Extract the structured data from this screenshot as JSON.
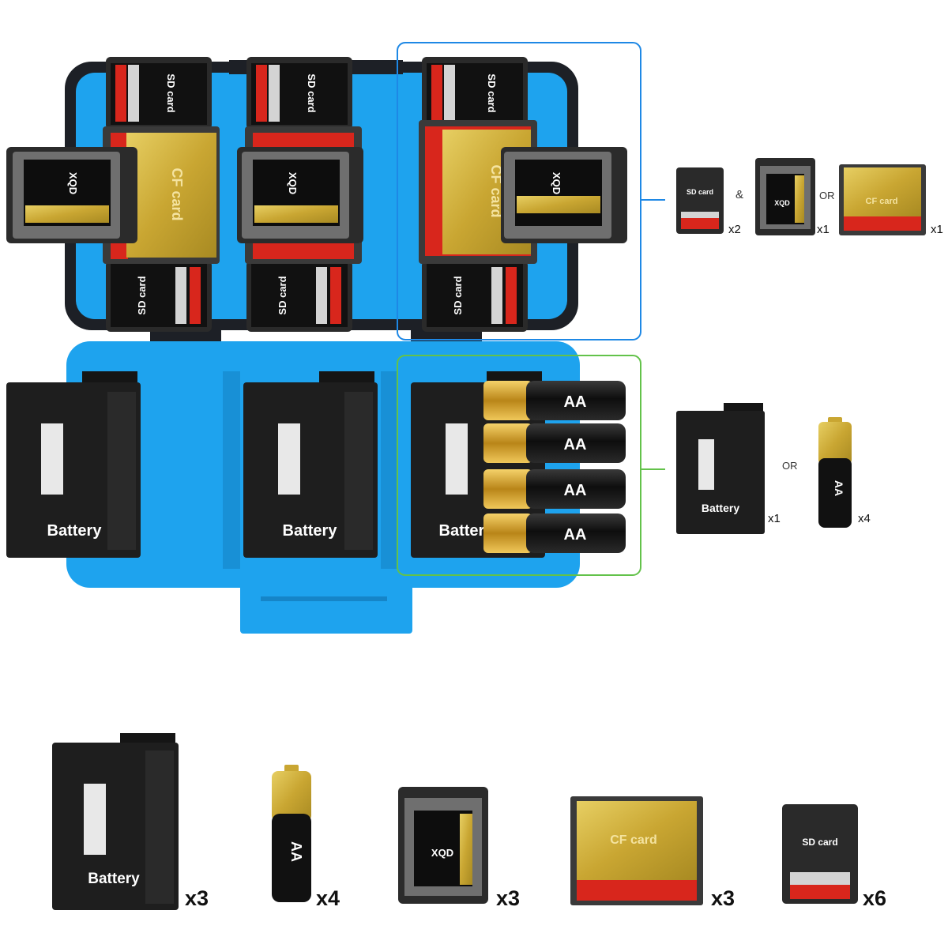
{
  "case": {
    "labels": {
      "sd": "SD card",
      "cf": "CF card",
      "xqd": "XQD",
      "battery": "Battery",
      "aa": "AA"
    }
  },
  "card_slot_contents": {
    "sd": {
      "label": "SD card",
      "count": "x2"
    },
    "joiner": "&",
    "xqd": {
      "label": "XQD",
      "count": "x1"
    },
    "or": "OR",
    "cf": {
      "label": "CF card",
      "count": "x1"
    }
  },
  "battery_slot_contents": {
    "battery": {
      "label": "Battery",
      "count": "x1"
    },
    "or": "OR",
    "aa": {
      "label": "AA",
      "count": "x4"
    }
  },
  "total_capacity": [
    {
      "item": "Battery",
      "count": "x3"
    },
    {
      "item": "AA",
      "count": "x4"
    },
    {
      "item": "XQD",
      "count": "x3"
    },
    {
      "item": "CF card",
      "count": "x3"
    },
    {
      "item": "SD card",
      "count": "x6"
    }
  ],
  "colors": {
    "case_blue": "#1ea3ee",
    "case_black": "#1d2026",
    "highlight_blue": "#1e88e5",
    "highlight_green": "#63c24a",
    "gold": "#c9a632",
    "red": "#d8261c"
  }
}
